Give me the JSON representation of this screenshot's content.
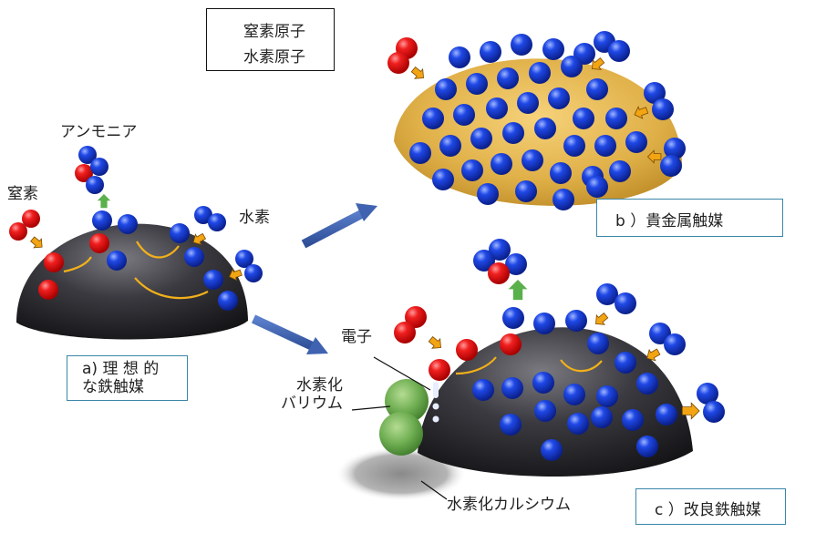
{
  "legend": {
    "nitrogen": "窒素原子",
    "hydrogen": "水素原子"
  },
  "labels": {
    "ammonia": "アンモニア",
    "nitrogen": "窒素",
    "hydrogen": "水素",
    "electron": "電子",
    "barium_hydride": "水素化\nバリウム",
    "calcium_hydride": "水素化カルシウム"
  },
  "panels": {
    "a": "a) 理 想 的\nな鉄触媒",
    "b": "b ）貴金属触媒",
    "c": "c ）改良鉄触媒"
  },
  "colors": {
    "nitrogen_atom": "#e01515",
    "hydrogen_atom": "#1a3fd6",
    "iron_catalyst": "#3a3a40",
    "noble_metal_catalyst": "#e0b048",
    "arrow_blue": "#3f63b0",
    "arrow_orange": "#f2a413",
    "arrow_green": "#5ab04a",
    "barium_hydride": "#6fae52",
    "calcium_hydride": "#8a8a8a",
    "box_border": "#3a86a8"
  }
}
